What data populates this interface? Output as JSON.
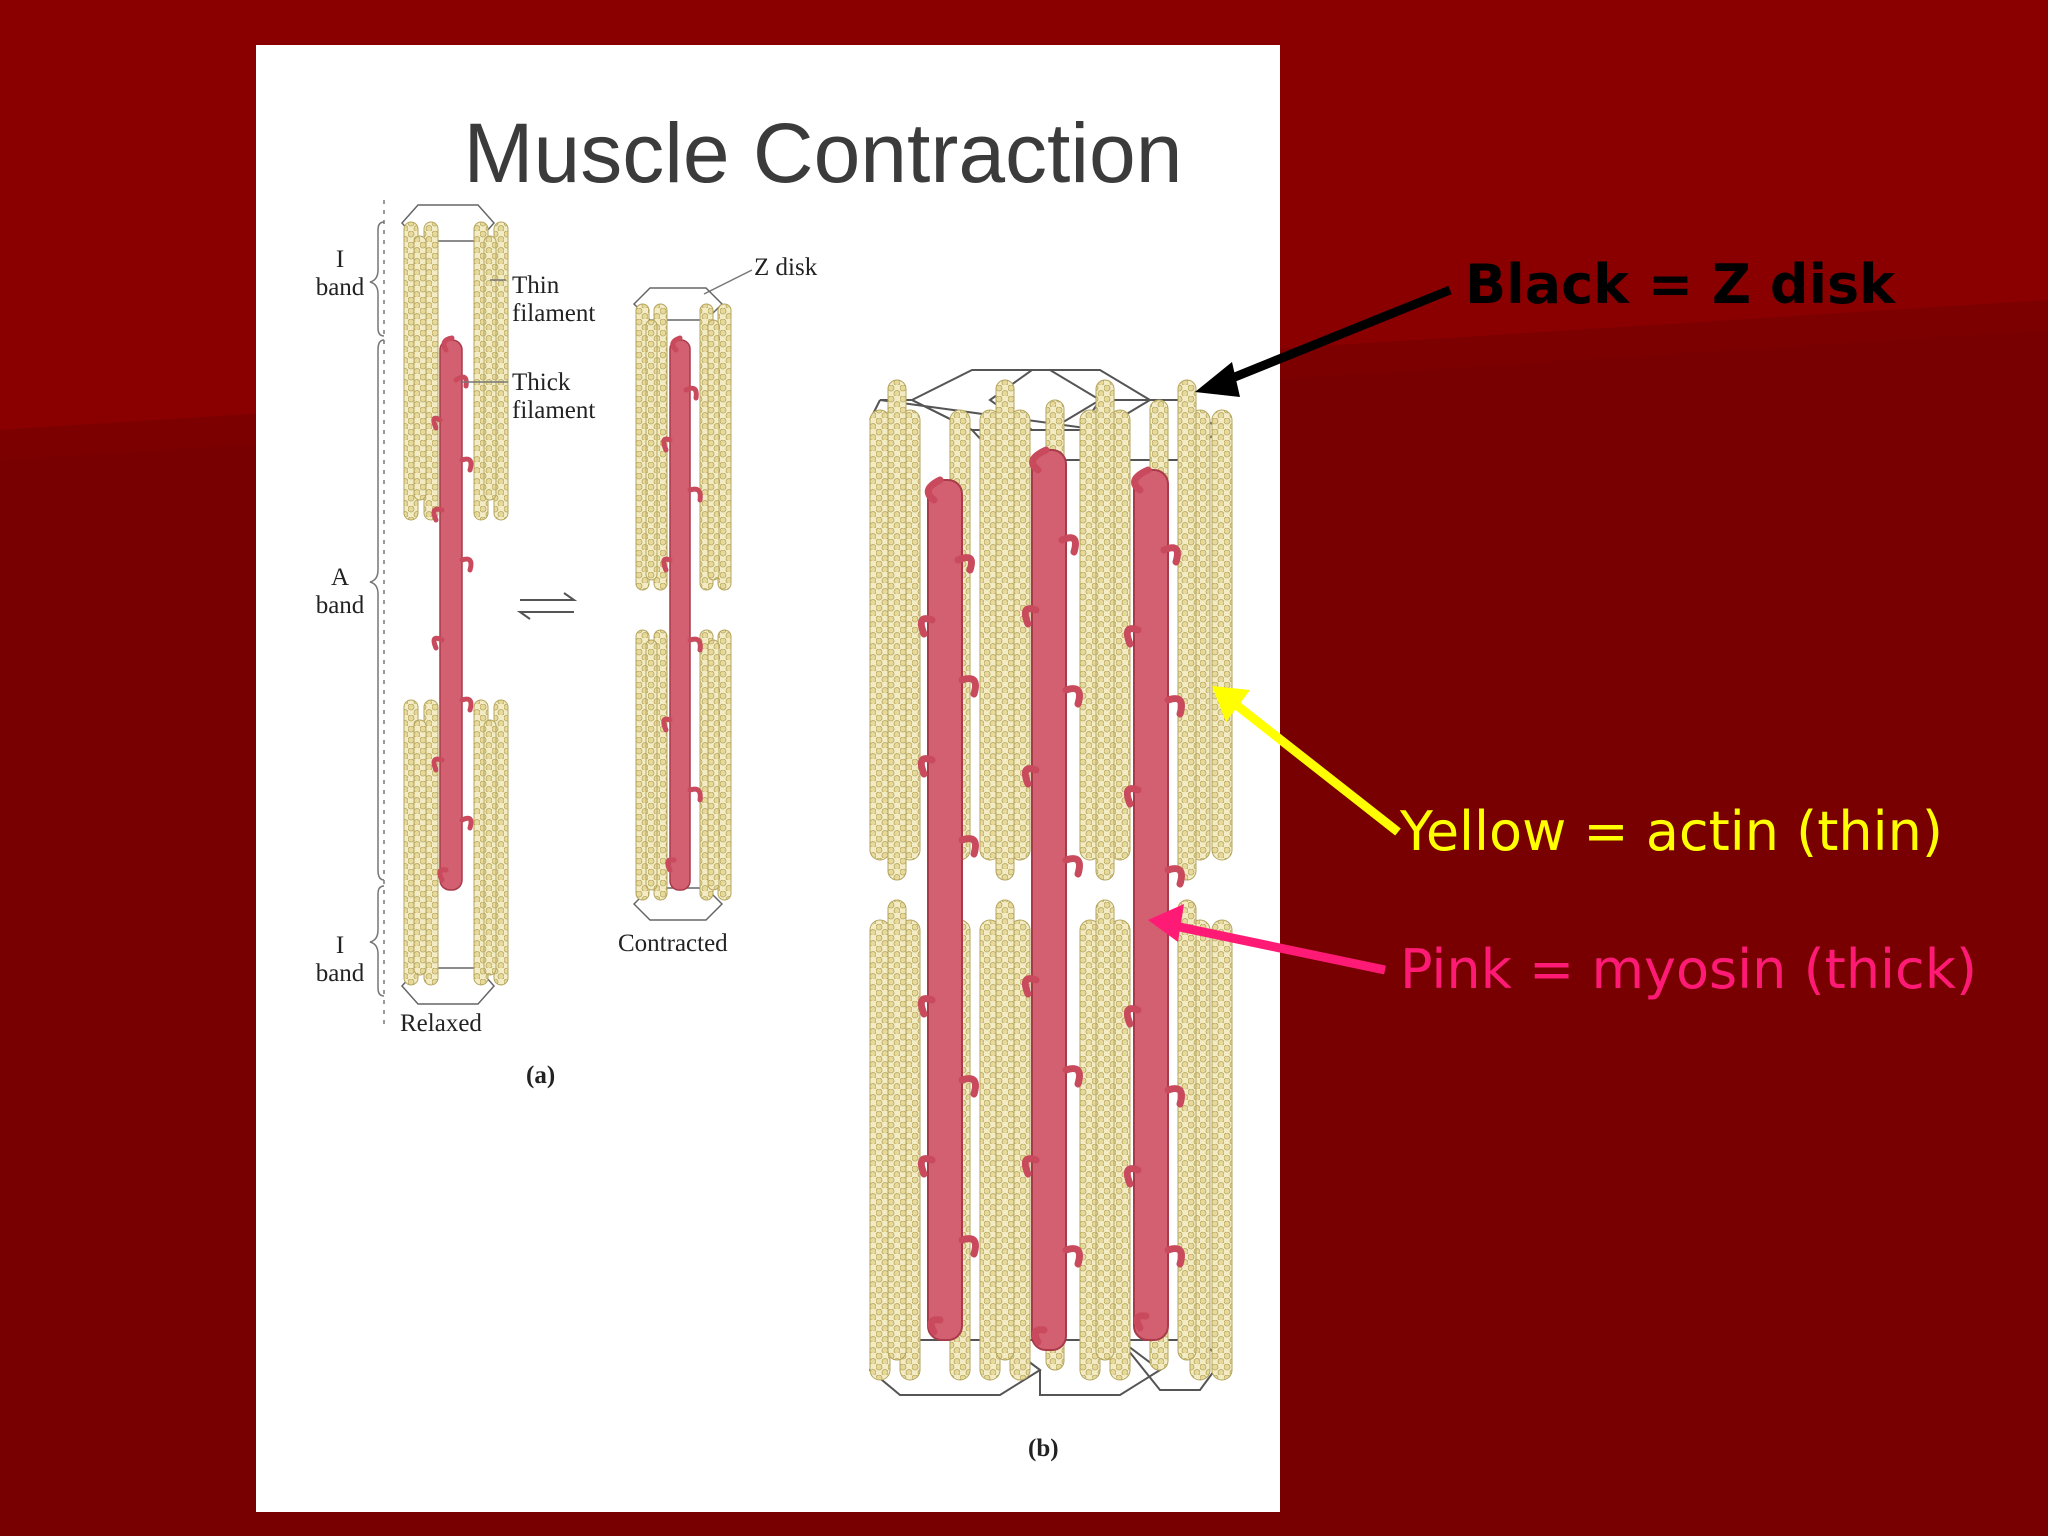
{
  "slide": {
    "title": "Muscle Contraction",
    "background_color": "#7a0000",
    "panel_color": "#ffffff"
  },
  "figure_a": {
    "band_labels": {
      "i_band_top": [
        "I",
        "band"
      ],
      "a_band": [
        "A",
        "band"
      ],
      "i_band_bottom": [
        "I",
        "band"
      ]
    },
    "thin_filament_label": [
      "Thin",
      "filament"
    ],
    "thick_filament_label": [
      "Thick",
      "filament"
    ],
    "z_disk_label": "Z disk",
    "relaxed_label": "Relaxed",
    "contracted_label": "Contracted",
    "caption": "(a)",
    "equilibrium_icon": "equilibrium-arrows-icon"
  },
  "figure_b": {
    "caption": "(b)"
  },
  "legend": {
    "z_disk": {
      "text": "Black = Z disk",
      "color": "#000000"
    },
    "actin": {
      "text": "Yellow = actin (thin)",
      "color": "#ffff00"
    },
    "myosin": {
      "text": "Pink = myosin (thick)",
      "color": "#ff1a75"
    }
  },
  "colors": {
    "actin": "#e8dca0",
    "actin_outline": "#b8a860",
    "myosin": "#d05060",
    "z_disk_outline": "#555555"
  }
}
